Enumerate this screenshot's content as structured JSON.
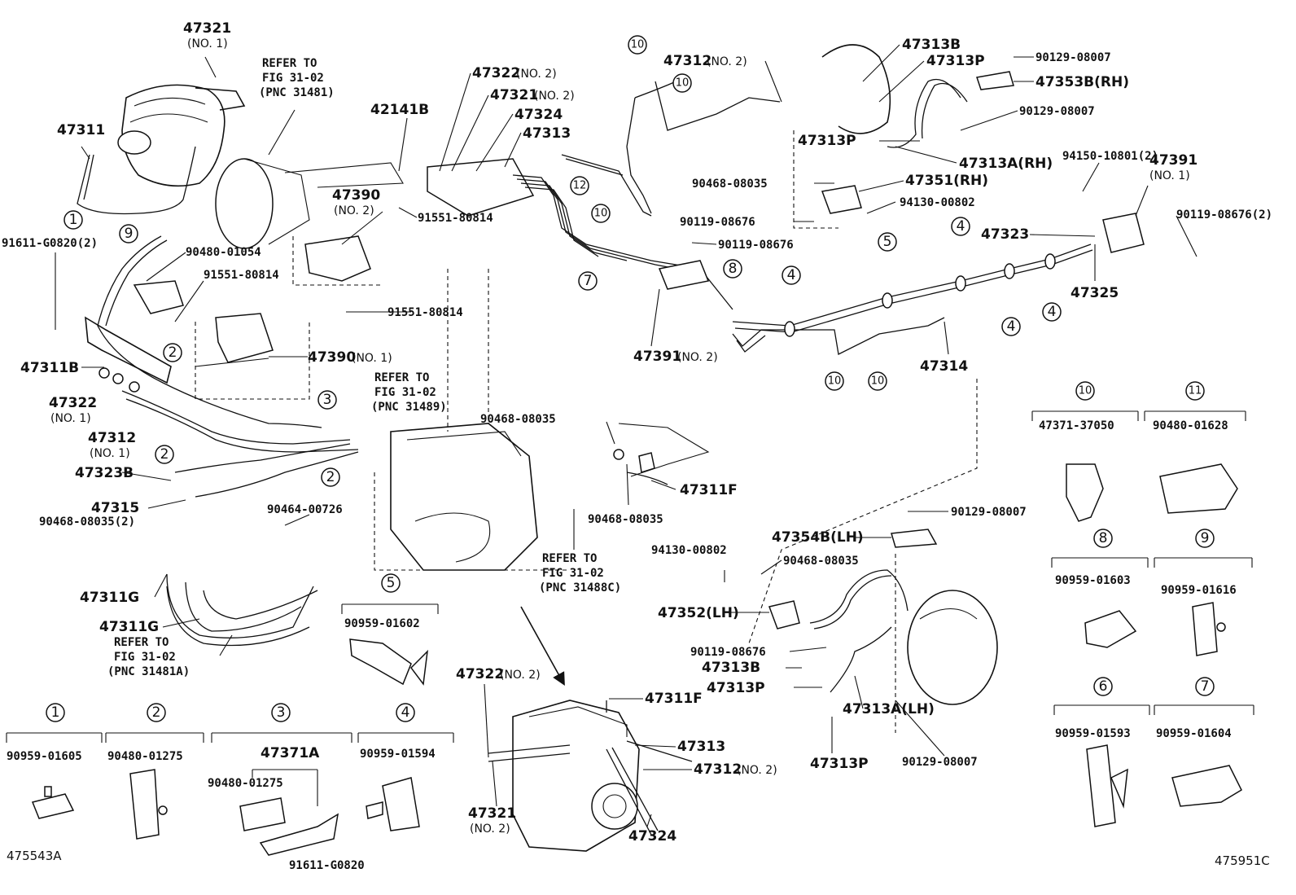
{
  "labels": {
    "l47321_no1": "47321",
    "l47321_no1_sub": "(NO. 1)",
    "refer_top": "REFER TO",
    "refer_top2": "FIG 31-02",
    "refer_top3": "(PNC 31481)",
    "l47311": "47311",
    "l42141b": "42141B",
    "l47390_no2": "47390",
    "l47390_no2_sub": "(NO. 2)",
    "l91611_g0820_2": "91611-G0820(2)",
    "l90480_01054": "90480-01054",
    "l91551_80814_a": "91551-80814",
    "l91551_80814_b": "91551-80814",
    "l91551_80814_c": "91551-80814",
    "l47311b": "47311B",
    "l47390_no1": "47390",
    "l47390_no1_sub": "(NO. 1)",
    "l47322_no1": "47322",
    "l47322_no1_sub": "(NO. 1)",
    "l47312_no1": "47312",
    "l47312_no1_sub": "(NO. 1)",
    "refer_mid": "REFER TO",
    "refer_mid2": "FIG 31-02",
    "refer_mid3": "(PNC 31489)",
    "l47323b": "47323B",
    "l47315": "47315",
    "l90468_08035_2": "90468-08035(2)",
    "l90464_00726": "90464-00726",
    "l47311g_a": "47311G",
    "l47311g_b": "47311G",
    "refer_low": "REFER TO",
    "refer_low2": "FIG 31-02",
    "refer_low3": "(PNC 31481A)",
    "l47322_no2_top": "47322",
    "l47322_no2_top_sub": "(NO. 2)",
    "l47321_no2_top": "47321",
    "l47321_no2_top_sub": "(NO. 2)",
    "l47324_top": "47324",
    "l47313_top": "47313",
    "l47312_no2_top": "47312",
    "l47312_no2_top_sub": "(NO. 2)",
    "l47313b_top": "47313B",
    "l47313p_top": "47313P",
    "l90129_08007_a": "90129-08007",
    "l47353b_rh": "47353B(RH)",
    "l90129_08007_b": "90129-08007",
    "l47313p_mid": "47313P",
    "l47313a_rh": "47313A(RH)",
    "l90468_08035_top": "90468-08035",
    "l47351_rh": "47351(RH)",
    "l94130_00802_top": "94130-00802",
    "l94150_10801_2": "94150-10801(2)",
    "l47391_no1": "47391",
    "l47391_no1_sub": "(NO. 1)",
    "l90119_08676_2": "90119-08676(2)",
    "l90119_08676_a": "90119-08676",
    "l90119_08676_b": "90119-08676",
    "l47323": "47323",
    "l47325": "47325",
    "l47391_no2": "47391",
    "l47391_no2_sub": "(NO. 2)",
    "l47314": "47314",
    "l90468_08035_mid": "90468-08035",
    "l47311f_mid": "47311F",
    "l90468_08035_low": "90468-08035",
    "refer_right": "REFER TO",
    "refer_right2": "FIG 31-02",
    "refer_right3": "(PNC 31488C)",
    "l90129_08007_c": "90129-08007",
    "l47354b_lh": "47354B(LH)",
    "l94130_00802_low": "94130-00802",
    "l90468_08035_lh": "90468-08035",
    "l47352_lh": "47352(LH)",
    "l90119_08676_c": "90119-08676",
    "l47313b_low": "47313B",
    "l47313p_low": "47313P",
    "l47313a_lh": "47313A(LH)",
    "l47313p_bot": "47313P",
    "l90129_08007_d": "90129-08007",
    "l47322_no2_bot": "47322",
    "l47322_no2_bot_sub": "(NO. 2)",
    "l47311f_bot": "47311F",
    "l47313_bot": "47313",
    "l47312_no2_bot": "47312",
    "l47312_no2_bot_sub": "(NO. 2)",
    "l47321_no2_bot": "47321",
    "l47321_no2_bot_sub": "(NO. 2)",
    "l47324_bot": "47324"
  },
  "legend": {
    "n1": "1",
    "c1": "90959-01605",
    "n2": "2",
    "c2": "90480-01275",
    "n3": "3",
    "c3": "47371A",
    "c3b": "90480-01275",
    "c3c": "91611-G0820",
    "n4": "4",
    "c4": "90959-01594",
    "n5": "5",
    "c5": "90959-01602",
    "n10": "10",
    "c10": "47371-37050",
    "n11": "11",
    "c11": "90480-01628",
    "n8": "8",
    "c8": "90959-01603",
    "n9": "9",
    "c9": "90959-01616",
    "n6": "6",
    "c6": "90959-01593",
    "n7": "7",
    "c7": "90959-01604"
  },
  "callouts": {
    "c1": "1",
    "c2": "2",
    "c3": "3",
    "c4": "4",
    "c5": "5",
    "c7": "7",
    "c8": "8",
    "c9": "9",
    "c10": "10",
    "c12": "12"
  },
  "footer": {
    "left_code": "475543A",
    "right_code": "475951C"
  }
}
